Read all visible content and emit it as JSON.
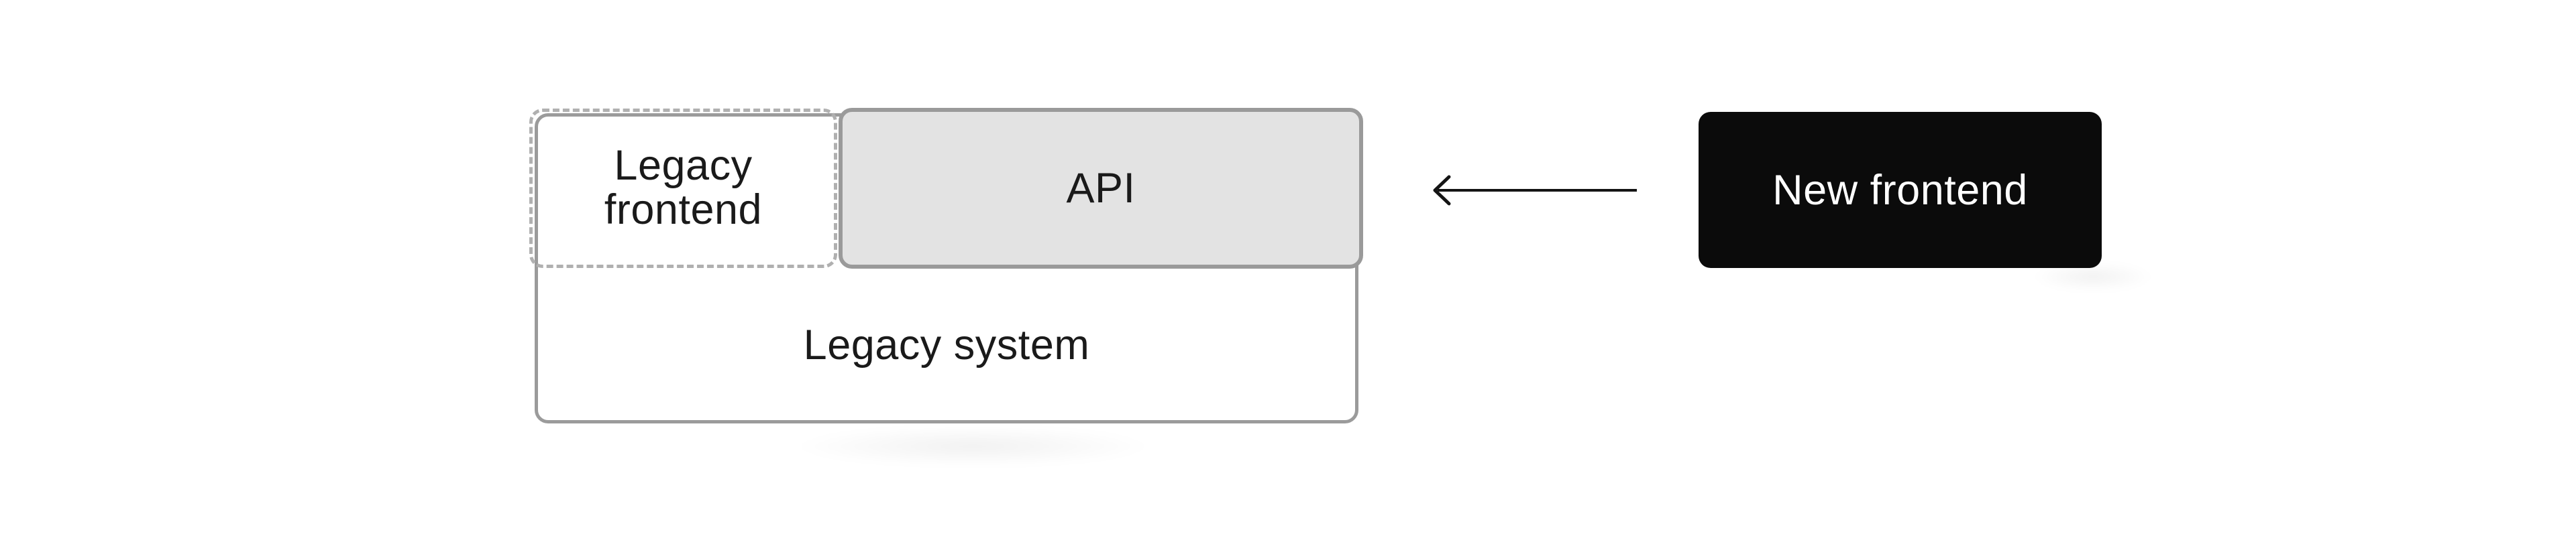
{
  "diagram": {
    "legacy_system": {
      "label": "Legacy system"
    },
    "legacy_frontend": {
      "label": "Legacy frontend"
    },
    "api": {
      "label": "API"
    },
    "new_frontend": {
      "label": "New frontend"
    },
    "arrow": {
      "direction": "left",
      "glyph": "←",
      "from": "New frontend",
      "to": "API"
    }
  },
  "colors": {
    "background": "#ffffff",
    "solid_border_gray": "#9b9b9b",
    "dashed_border_gray": "#b0b0b0",
    "api_fill": "#e3e3e3",
    "new_frontend_fill": "#0b0b0b",
    "text_dark": "#1a1a1a",
    "text_light": "#ffffff",
    "arrow_color": "#141414"
  }
}
